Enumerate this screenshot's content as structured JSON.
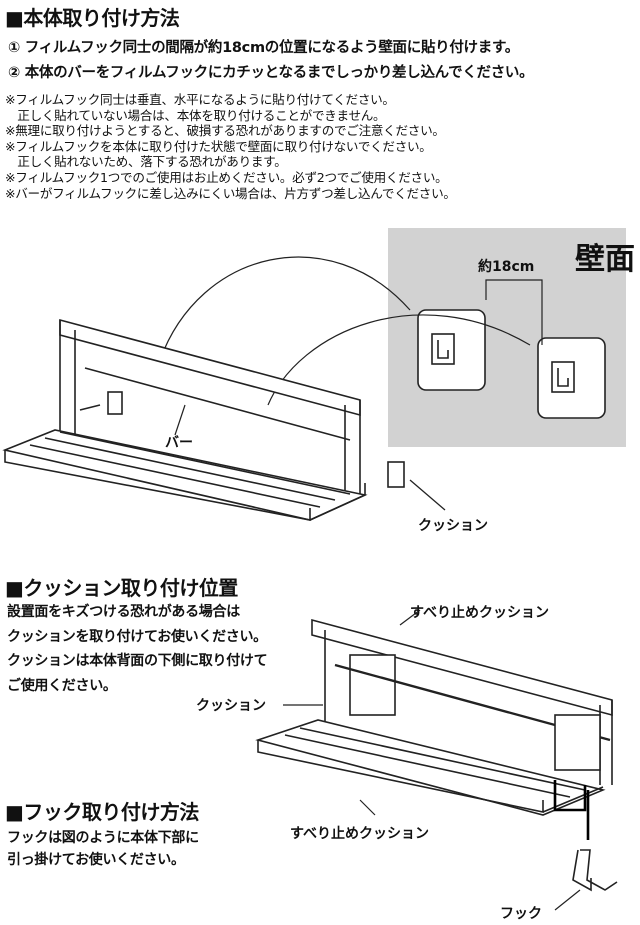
{
  "section1": {
    "title": "■本体取り付け方法",
    "steps": [
      "① フィルムフック同士の間隔が約18cmの位置になるよう壁面に貼り付けます。",
      "② 本体のバーをフィルムフックにカチッとなるまでしっかり差し込んでください。"
    ],
    "notes": [
      "※フィルムフック同士は垂直、水平になるように貼り付けてください。",
      "　正しく貼れていない場合は、本体を取り付けることができません。",
      "※無理に取り付けようとすると、破損する恐れがありますのでご注意ください。",
      "※フィルムフックを本体に取り付けた状態で壁面に取り付けないでください。",
      "　正しく貼れないため、落下する恐れがあります。",
      "※フィルムフック1つでのご使用はお止めください。必ず2つでご使用ください。",
      "※バーがフィルムフックに差し込みにくい場合は、片方ずつ差し込んでください。"
    ],
    "diagram": {
      "wall": "壁面",
      "spacing": "約18cm",
      "bar": "バー",
      "cushion": "クッション"
    }
  },
  "section2": {
    "title": "■クッション取り付け位置",
    "lines": [
      "設置面をキズつける恐れがある場合は",
      "クッションを取り付けてお使いください。",
      "クッションは本体背面の下側に取り付けて",
      "ご使用ください。"
    ],
    "diagram": {
      "cushion": "クッション",
      "anti_slip_top": "すべり止めクッション",
      "anti_slip_bottom": "すべり止めクッション",
      "hook": "フック"
    }
  },
  "section3": {
    "title": "■フック取り付け方法",
    "lines": [
      "フックは図のように本体下部に",
      "引っ掛けてお使いください。"
    ]
  }
}
